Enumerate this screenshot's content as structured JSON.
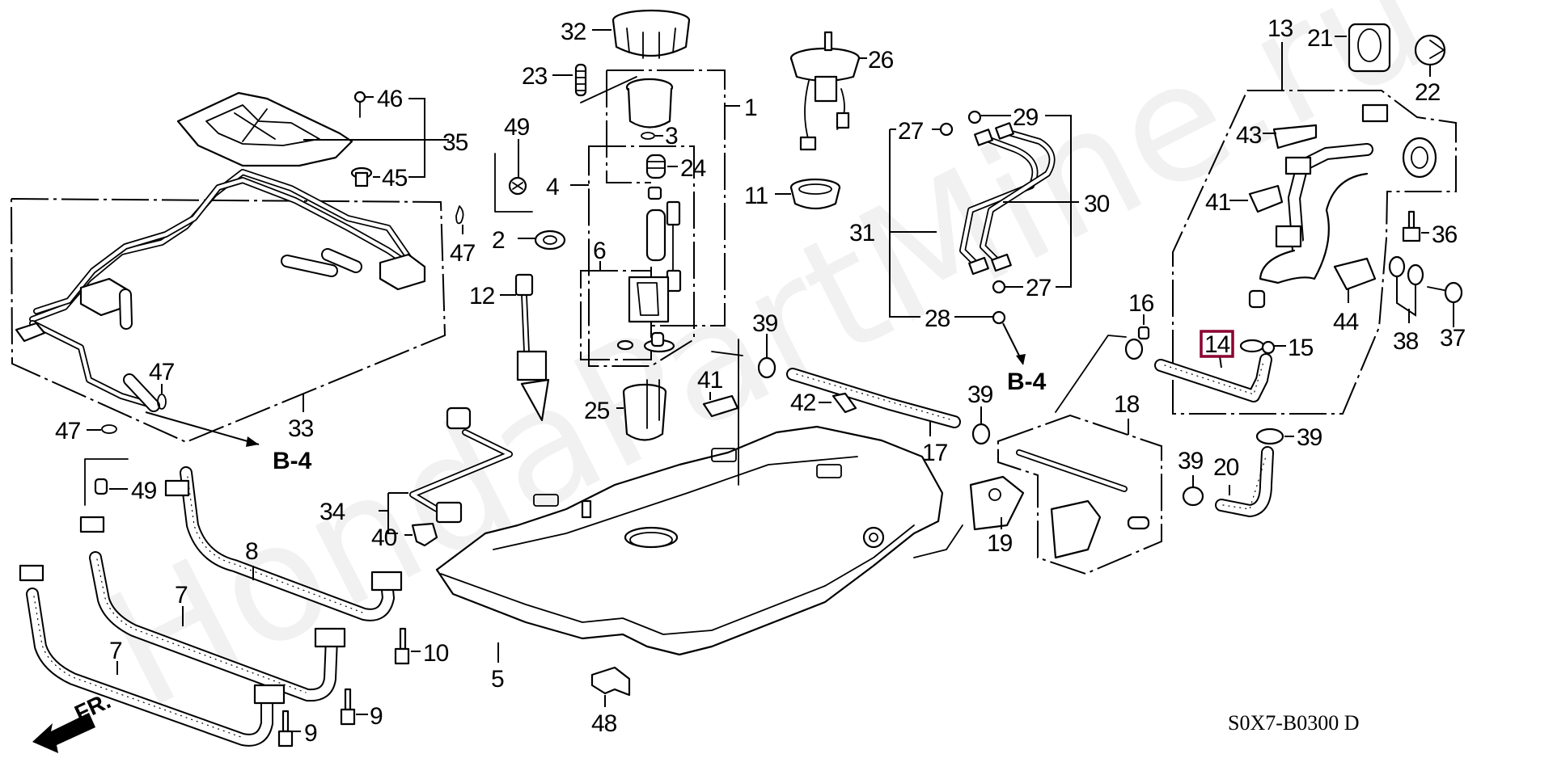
{
  "diagram": {
    "title": "Fuel Tank Parts Diagram",
    "code": "S0X7-B0300 D",
    "watermark": "HondaPartMine.ru",
    "direction_label": "FR.",
    "highlight_color": "#8b0030",
    "highlighted_part": "14",
    "reference_label": "B-4",
    "callouts": [
      {
        "id": "c1",
        "text": "1"
      },
      {
        "id": "c2",
        "text": "2"
      },
      {
        "id": "c3",
        "text": "3"
      },
      {
        "id": "c4",
        "text": "4"
      },
      {
        "id": "c5",
        "text": "5"
      },
      {
        "id": "c6",
        "text": "6"
      },
      {
        "id": "c7a",
        "text": "7"
      },
      {
        "id": "c7b",
        "text": "7"
      },
      {
        "id": "c8",
        "text": "8"
      },
      {
        "id": "c9a",
        "text": "9"
      },
      {
        "id": "c9b",
        "text": "9"
      },
      {
        "id": "c10",
        "text": "10"
      },
      {
        "id": "c11",
        "text": "11"
      },
      {
        "id": "c12",
        "text": "12"
      },
      {
        "id": "c13",
        "text": "13"
      },
      {
        "id": "c14",
        "text": "14"
      },
      {
        "id": "c15",
        "text": "15"
      },
      {
        "id": "c16",
        "text": "16"
      },
      {
        "id": "c17",
        "text": "17"
      },
      {
        "id": "c18",
        "text": "18"
      },
      {
        "id": "c19",
        "text": "19"
      },
      {
        "id": "c20",
        "text": "20"
      },
      {
        "id": "c21",
        "text": "21"
      },
      {
        "id": "c22",
        "text": "22"
      },
      {
        "id": "c23",
        "text": "23"
      },
      {
        "id": "c24",
        "text": "24"
      },
      {
        "id": "c25",
        "text": "25"
      },
      {
        "id": "c26",
        "text": "26"
      },
      {
        "id": "c27a",
        "text": "27"
      },
      {
        "id": "c27b",
        "text": "27"
      },
      {
        "id": "c28",
        "text": "28"
      },
      {
        "id": "c29",
        "text": "29"
      },
      {
        "id": "c30",
        "text": "30"
      },
      {
        "id": "c31",
        "text": "31"
      },
      {
        "id": "c32",
        "text": "32"
      },
      {
        "id": "c33",
        "text": "33"
      },
      {
        "id": "c34",
        "text": "34"
      },
      {
        "id": "c35",
        "text": "35"
      },
      {
        "id": "c36",
        "text": "36"
      },
      {
        "id": "c37",
        "text": "37"
      },
      {
        "id": "c38",
        "text": "38"
      },
      {
        "id": "c39a",
        "text": "39"
      },
      {
        "id": "c39b",
        "text": "39"
      },
      {
        "id": "c39c",
        "text": "39"
      },
      {
        "id": "c39d",
        "text": "39"
      },
      {
        "id": "c40",
        "text": "40"
      },
      {
        "id": "c41a",
        "text": "41"
      },
      {
        "id": "c41b",
        "text": "41"
      },
      {
        "id": "c42",
        "text": "42"
      },
      {
        "id": "c43",
        "text": "43"
      },
      {
        "id": "c44",
        "text": "44"
      },
      {
        "id": "c45",
        "text": "45"
      },
      {
        "id": "c46",
        "text": "46"
      },
      {
        "id": "c47a",
        "text": "47"
      },
      {
        "id": "c47b",
        "text": "47"
      },
      {
        "id": "c47c",
        "text": "47"
      },
      {
        "id": "c48",
        "text": "48"
      },
      {
        "id": "c49a",
        "text": "49"
      },
      {
        "id": "c49b",
        "text": "49"
      }
    ]
  }
}
